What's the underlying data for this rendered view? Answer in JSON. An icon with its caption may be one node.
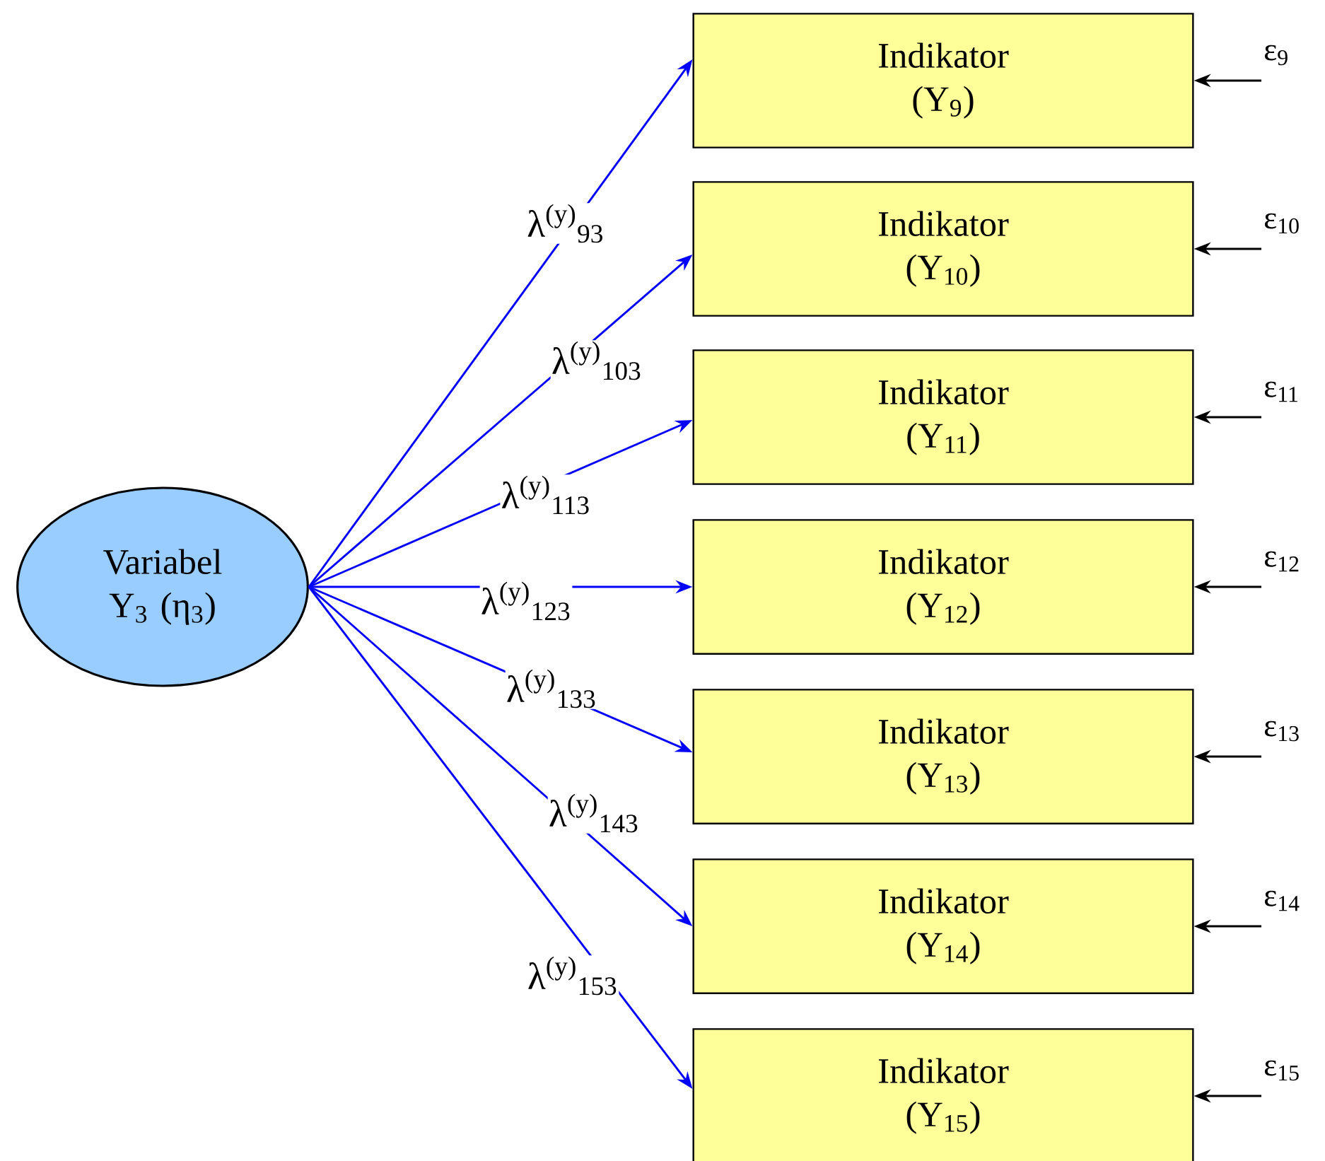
{
  "diagram": {
    "nodes": [
      {
        "text": [
          "Variabel Y$_{3}$ (η$_{3}$)"
        ]
      },
      {
        "text": [
          "Indikator (Y$_{9}$)"
        ]
      },
      {
        "text": [
          "Indikator (Y$_{10}$)"
        ]
      },
      {
        "text": [
          "Indikator (Y$_{11}$)"
        ]
      },
      {
        "text": [
          "Indikator (Y$_{12}$)"
        ]
      },
      {
        "text": [
          "Indikator (Y$_{13}$)"
        ]
      },
      {
        "text": [
          "Indikator (Y$_{14}$)"
        ]
      },
      {
        "text": [
          "Indikator (Y$_{15}$)"
        ]
      },
      {
        "text": [
          "ε$_{9}$"
        ]
      },
      {
        "text": [
          "ε$_{10}$"
        ]
      },
      {
        "text": [
          "ε$_{11}$"
        ]
      },
      {
        "text": [
          "ε$_{12}$"
        ]
      },
      {
        "text": [
          "ε$_{13}$"
        ]
      },
      {
        "text": [
          "ε$_{14}$"
        ]
      },
      {
        "text": [
          "ε$_{15}$"
        ]
      }
    ],
    "edges": [
      {
        "from": 0,
        "to": 1,
        "arrow": "to",
        "label": "λ$^{(y)}$$_{93}$",
        "color": "#0000ff"
      },
      {
        "from": 0,
        "to": 2,
        "arrow": "to",
        "label": "λ$^{(y)}$$_{103}$",
        "color": "#0000ff"
      },
      {
        "from": 0,
        "to": 3,
        "arrow": "to",
        "label": "λ$^{(y)}$$_{113}$",
        "color": "#0000ff"
      },
      {
        "from": 0,
        "to": 4,
        "arrow": "to",
        "label": "λ$^{(y)}$$_{123}$",
        "color": "#0000ff"
      },
      {
        "from": 0,
        "to": 5,
        "arrow": "to",
        "label": "λ$^{(y)}$$_{133}$",
        "color": "#0000ff"
      },
      {
        "from": 0,
        "to": 6,
        "arrow": "to",
        "label": "λ$^{(y)}$$_{143}$",
        "color": "#0000ff"
      },
      {
        "from": 0,
        "to": 7,
        "arrow": "to",
        "label": "λ$^{(y)}$$_{153}$",
        "color": "#0000ff"
      },
      {
        "from": 8,
        "to": 1,
        "arrow": "to",
        "color": "#000000"
      },
      {
        "from": 9,
        "to": 2,
        "arrow": "to",
        "color": "#000000"
      },
      {
        "from": 10,
        "to": 3,
        "arrow": "to",
        "color": "#000000"
      },
      {
        "from": 11,
        "to": 4,
        "arrow": "to",
        "color": "#000000"
      },
      {
        "from": 12,
        "to": 5,
        "arrow": "to",
        "color": "#000000"
      },
      {
        "from": 13,
        "to": 6,
        "arrow": "to",
        "color": "#000000"
      },
      {
        "from": 14,
        "to": 7,
        "arrow": "to",
        "color": "#000000"
      }
    ]
  }
}
